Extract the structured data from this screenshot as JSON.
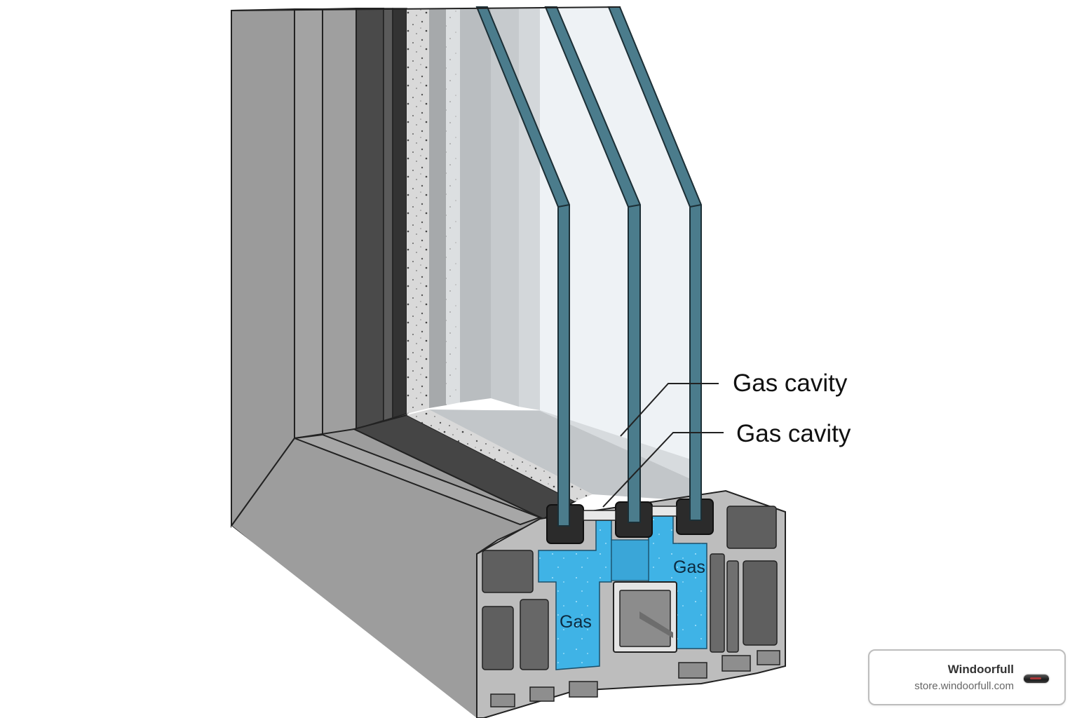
{
  "diagram": {
    "subject": "Triple-glazed window frame cross-section",
    "labels": {
      "callout_1": "Gas cavity",
      "callout_2": "Gas cavity",
      "section_gas_left": "Gas",
      "section_gas_right": "Gas"
    },
    "components": [
      "frame",
      "sash",
      "seal",
      "spacer",
      "glass-pane-1",
      "glass-pane-2",
      "glass-pane-3",
      "gas-filled-chamber",
      "reinforcement-chamber"
    ],
    "colors": {
      "frame_gray": "#9a9a9a",
      "frame_light": "#a8a8a8",
      "dark_seal": "#4a4a4a",
      "glass_edge": "#4b7c8c",
      "gas_fill": "#3fb3e6",
      "glass_pane": "#eef2f5"
    }
  },
  "attribution": {
    "title": "Windoorfull",
    "url": "store.windoorfull.com",
    "logo_icon": "windoorfull-logo-icon"
  }
}
